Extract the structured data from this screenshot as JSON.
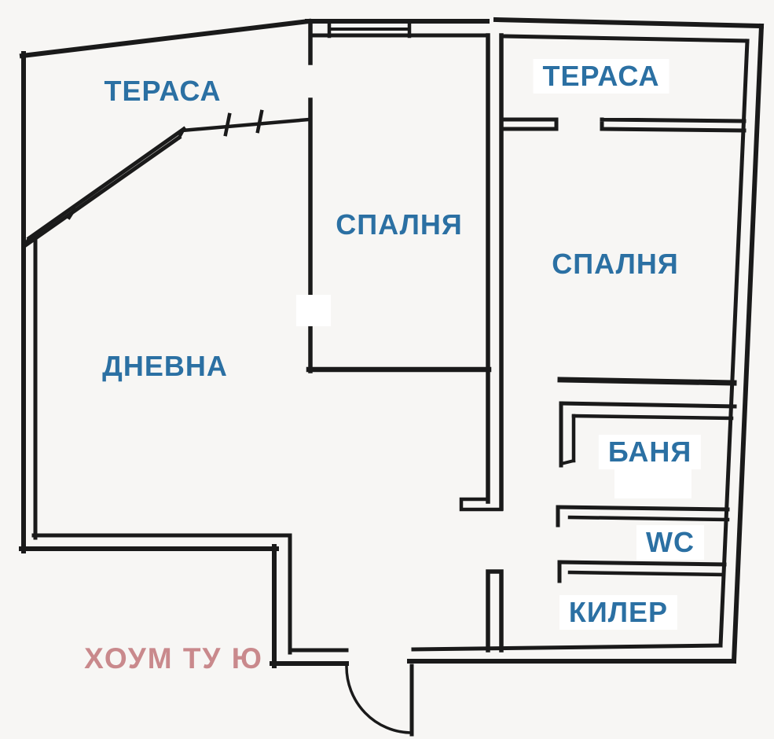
{
  "document": {
    "type": "apartment-floor-plan",
    "language": "bg"
  },
  "colors": {
    "background": "#f7f6f4",
    "wall": "#1a1a1a",
    "room_label": "#2b70a3",
    "watermark": "#c9898c",
    "patch": "#ffffff"
  },
  "rooms": [
    {
      "id": "terrace-left",
      "label": "ТЕРАСА"
    },
    {
      "id": "bedroom-1",
      "label": "СПАЛНЯ"
    },
    {
      "id": "terrace-right",
      "label": "ТЕРАСА"
    },
    {
      "id": "bedroom-2",
      "label": "СПАЛНЯ"
    },
    {
      "id": "living-room",
      "label": "ДНЕВНА"
    },
    {
      "id": "bathroom",
      "label": "БАНЯ"
    },
    {
      "id": "wc",
      "label": "WC"
    },
    {
      "id": "closet",
      "label": "КИЛЕР"
    }
  ],
  "watermark": {
    "text": "ХОУМ ТУ Ю"
  },
  "symbols": [
    {
      "id": "entry-door",
      "kind": "door-swing-arc"
    },
    {
      "id": "window-top",
      "kind": "window"
    },
    {
      "id": "balustrade",
      "kind": "double-line-railing"
    },
    {
      "id": "wall-tick-marks",
      "kind": "section-ticks"
    }
  ]
}
